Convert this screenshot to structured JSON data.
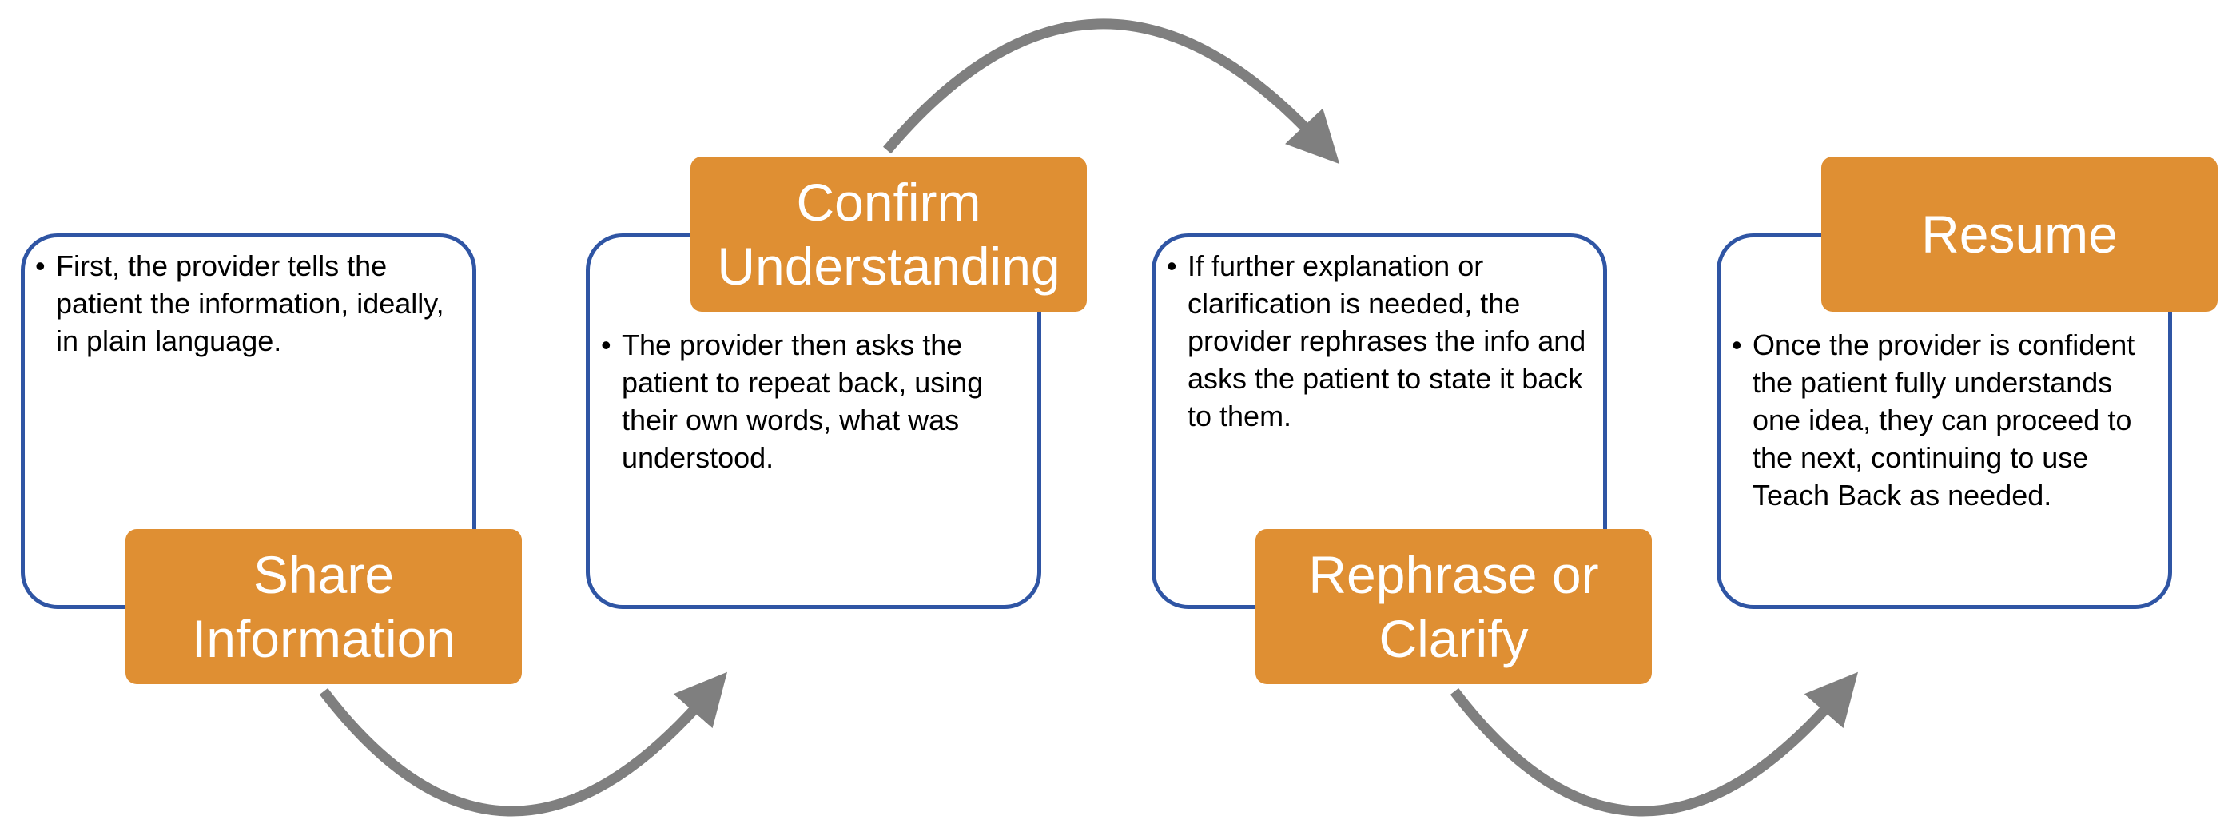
{
  "colors": {
    "card_border": "#2f55a4",
    "label_fill": "#df8f33",
    "label_text": "#ffffff",
    "arrow": "#7f7f7f"
  },
  "steps": [
    {
      "label": "Share\nInformation",
      "text": "First, the provider tells the patient the information, ideally, in plain language."
    },
    {
      "label": "Confirm\nUnderstanding",
      "text": "The provider then asks the patient to repeat back, using their own words, what was understood."
    },
    {
      "label": "Rephrase or\nClarify",
      "text": "If further explanation or clarification is needed, the provider rephrases the info and asks the patient to state it back to them."
    },
    {
      "label": "Resume",
      "text": "Once the provider is confident the patient fully understands one idea, they can proceed to the next, continuing to use Teach Back as needed."
    }
  ]
}
